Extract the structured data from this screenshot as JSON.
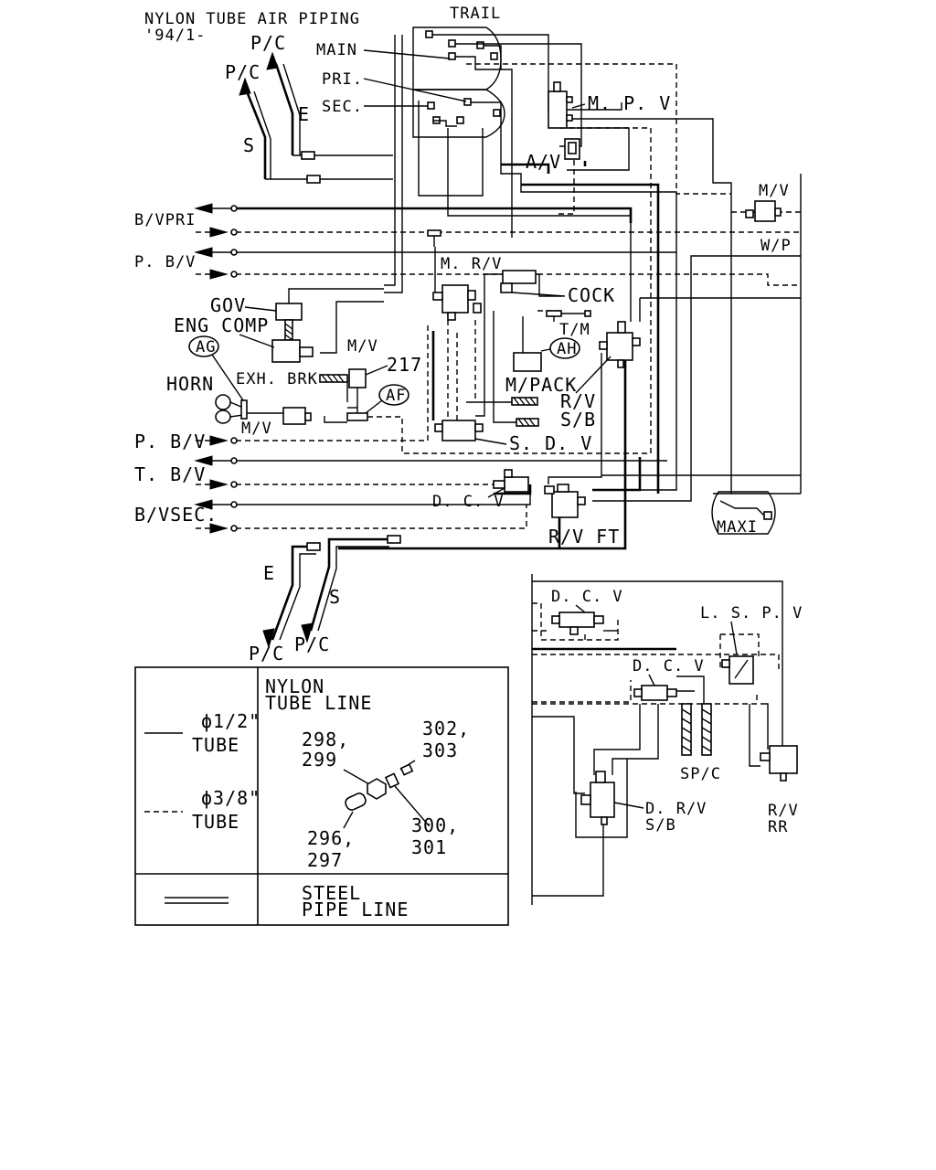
{
  "diagram": {
    "title_line1": "NYLON TUBE AIR PIPING",
    "title_line2": "'94/1-",
    "labels": {
      "trail": "TRAIL",
      "main": "MAIN",
      "pri": "PRI.",
      "sec": "SEC.",
      "mpv": "M. P. V",
      "av": "A/V",
      "mv_right": "M/V",
      "wp": "W/P",
      "bv_pri": "B/VPRI",
      "pbv_top": "P. B/V",
      "mrv": "M. R/V",
      "cock": "COCK",
      "tm": "T/M",
      "gov": "GOV",
      "eng_comp": "ENG COMP",
      "ag": "AG",
      "ah": "AH",
      "af": "AF",
      "mv_mid": "M/V",
      "exh_brk": "EXH. BRK",
      "n217": "217",
      "horn": "HORN",
      "mv_low": "M/V",
      "mpack": "M/PACK",
      "rv_sb": "R/V\nS/B",
      "rv": "R/V",
      "sb": "S/B",
      "pbv_low": "P. B/V",
      "sdv": "S. D. V",
      "tbv": "T. B/V",
      "dcv_mid": "D. C. V",
      "bv_sec": "B/VSEC.",
      "rv_ft": "R/V  FT",
      "maxi": "MAXI",
      "pc_top1": "P/C",
      "pc_top2": "P/C",
      "s_top": "S",
      "e_top": "E",
      "e_bottom": "E",
      "s_bottom": "S",
      "pc_bottom1": "P/C",
      "pc_bottom2": "P/C",
      "dcv_r1": "D. C. V",
      "lspv": "L. S. P. V",
      "dcv_r2": "D. C. V",
      "spc": "SP/C",
      "drv": "D. R/V",
      "drv_sb": "S/B",
      "rv_rr1": "R/V",
      "rv_rr2": "RR"
    }
  },
  "legend": {
    "nylon_line1": "NYLON",
    "nylon_line2": "TUBE LINE",
    "half_inch": "ϕ1/2\"",
    "half_tube": "TUBE",
    "three_eighth": "ϕ3/8\"",
    "three_eighth_tube": "TUBE",
    "p298": "298,",
    "p299": "299",
    "p302": "302,",
    "p303": "303",
    "p300": "300,",
    "p301": "301",
    "p296": "296,",
    "p297": "297",
    "steel1": "STEEL",
    "steel2": "PIPE LINE"
  }
}
